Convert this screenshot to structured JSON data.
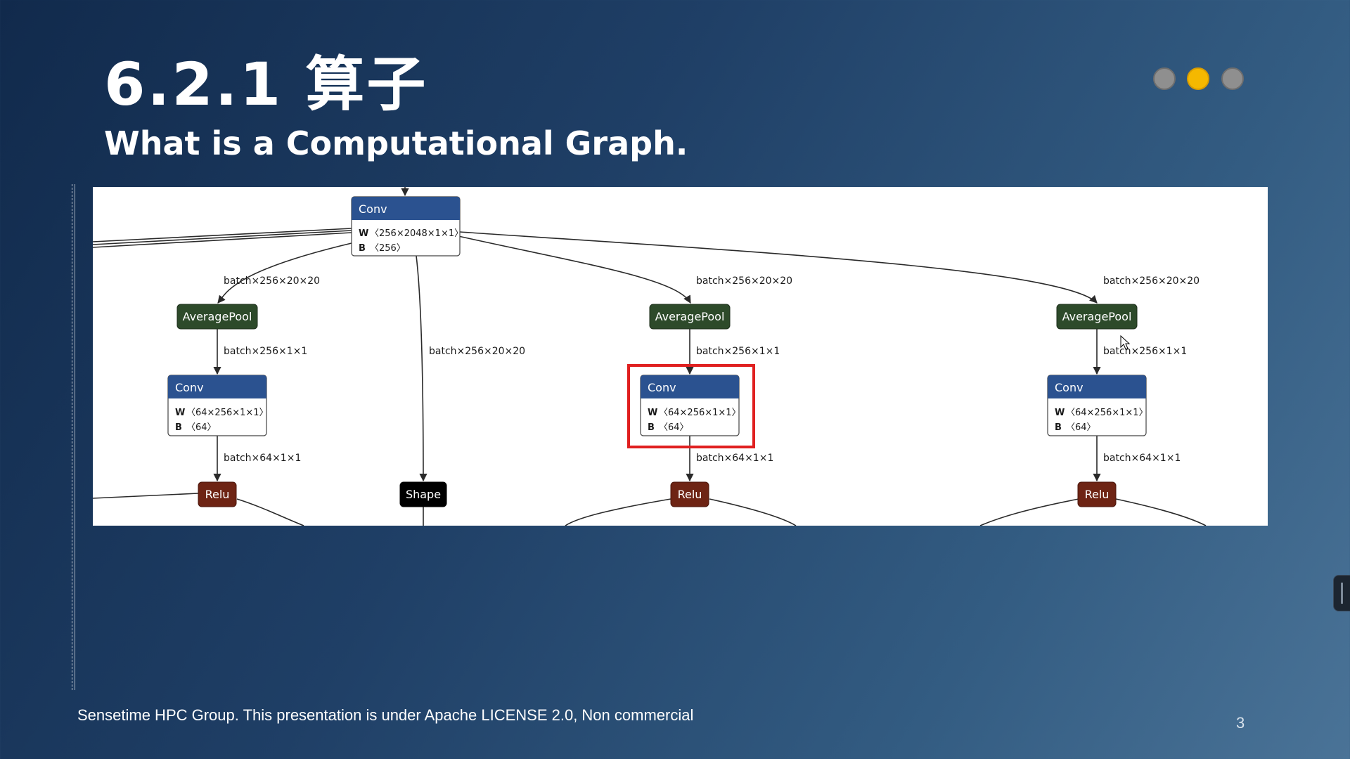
{
  "slide": {
    "title": "6.2.1  算子",
    "subtitle": "What is a Computational Graph.",
    "footer": "Sensetime HPC Group. This presentation is under Apache LICENSE 2.0, Non commercial",
    "page_number": "3",
    "progress_dots": {
      "count": 3,
      "active_index": 1,
      "active_color": "#f5b800",
      "inactive_color": "#8f8f8f"
    }
  },
  "graph": {
    "highlight_color": "#e02020",
    "node_colors": {
      "Conv": "#2b5290",
      "AveragePool": "#2d4a2a",
      "Relu": "#6e2414",
      "Shape": "#000000"
    },
    "nodes": [
      {
        "id": "conv_top",
        "op": "Conv",
        "attrs": [
          {
            "key": "W",
            "value": "〈256×2048×1×1〉"
          },
          {
            "key": "B",
            "value": "〈256〉"
          }
        ]
      },
      {
        "id": "avgpool_1",
        "op": "AveragePool"
      },
      {
        "id": "avgpool_2",
        "op": "AveragePool"
      },
      {
        "id": "avgpool_3",
        "op": "AveragePool"
      },
      {
        "id": "conv_1",
        "op": "Conv",
        "attrs": [
          {
            "key": "W",
            "value": "〈64×256×1×1〉"
          },
          {
            "key": "B",
            "value": "〈64〉"
          }
        ]
      },
      {
        "id": "conv_2",
        "op": "Conv",
        "highlighted": true,
        "attrs": [
          {
            "key": "W",
            "value": "〈64×256×1×1〉"
          },
          {
            "key": "B",
            "value": "〈64〉"
          }
        ]
      },
      {
        "id": "conv_3",
        "op": "Conv",
        "attrs": [
          {
            "key": "W",
            "value": "〈64×256×1×1〉"
          },
          {
            "key": "B",
            "value": "〈64〉"
          }
        ]
      },
      {
        "id": "relu_1",
        "op": "Relu"
      },
      {
        "id": "shape_1",
        "op": "Shape"
      },
      {
        "id": "relu_2",
        "op": "Relu"
      },
      {
        "id": "relu_3",
        "op": "Relu"
      }
    ],
    "edge_labels": {
      "conv_top_to_avgpool_1": "batch×256×20×20",
      "conv_top_to_avgpool_2": "batch×256×20×20",
      "conv_top_to_avgpool_3": "batch×256×20×20",
      "conv_top_to_shape": "batch×256×20×20",
      "avgpool_1_to_conv_1": "batch×256×1×1",
      "avgpool_2_to_conv_2": "batch×256×1×1",
      "avgpool_3_to_conv_3": "batch×256×1×1",
      "conv_1_to_relu_1": "batch×64×1×1",
      "conv_2_to_relu_2": "batch×64×1×1",
      "conv_3_to_relu_3": "batch×64×1×1"
    }
  }
}
